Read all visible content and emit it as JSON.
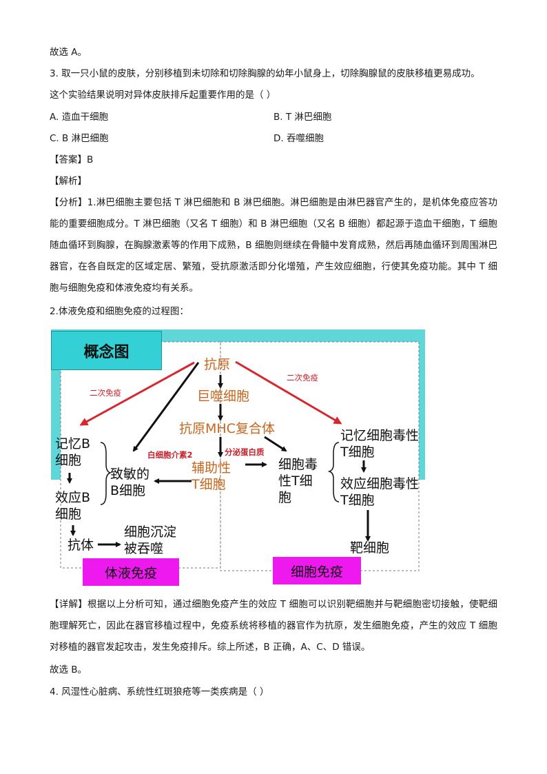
{
  "lines": {
    "l1": "故选 A。",
    "q3_line1": "3.  取一只小鼠的皮肤，分别移植到未切除和切除胸腺的幼年小鼠身上，切除胸腺鼠的皮肤移植更易成功。",
    "q3_line2": "这个实验结果说明对异体皮肤排斥起重要作用的是（      ）",
    "opt_a": "A.  造血干细胞",
    "opt_b": "B.  T 淋巴细胞",
    "opt_c": "C. B 淋巴细胞",
    "opt_d": "D.  吞噬细胞",
    "answer_label": "【答案】",
    "answer_value": "B",
    "jiexi": "【解析】",
    "fenxi_label": "【分析】",
    "fenxi_text": "1.淋巴细胞主要包括 T 淋巴细胞和 B 淋巴细胞。淋巴细胞是由淋巴器官产生的，是机体免疫应答功能的重要细胞成分。T 淋巴细胞（又名 T 细胞）和 B 淋巴细胞（又名 B 细胞）都起源于造血干细胞，T 细胞随血循环到胸腺，在胸腺激素等的作用下成熟，B 细胞则继续在骨髓中发育成熟，然后再随血循环到周围淋巴器官，在各自既定的区域定居、繁殖，受抗原激活即分化增殖，产生效应细胞，行使其免疫功能。其中 T 细胞与细胞免疫和体液免疫均有关系。",
    "process_title": "2.体液免疫和细胞免疫的过程图：",
    "xiangjie_label": "【详解】",
    "xiangjie_text": "根据以上分析可知，通过细胞免疫产生的效应 T 细胞可以识别靶细胞并与靶细胞密切接触，使靶细胞理解死亡，因此在器官移植过程中，免疫系统将移植的器官作为抗原，发生细胞免疫，产生的效应 T 细胞对移植的器官发起攻击，发生免疫排斥。综上所述，B 正确，A、C、D 错误。",
    "l_last1": "故选 B。",
    "q4": "4.  风湿性心脏病、系统性红斑狼疮等一类疾病是（      ）"
  },
  "diagram": {
    "title": "概念图",
    "antigen": "抗原",
    "macrophage": "巨噬细胞",
    "mhc": "抗原MHC复合体",
    "helper_t": "辅助性T细胞",
    "memory_b": "记忆B细胞",
    "sensitized_b": "致敏的B细胞",
    "effector_b": "效应B细胞",
    "antibody": "抗体",
    "precipitate": "细胞沉淀被吞噬",
    "cytotoxic_t": "细胞毒性T细胞",
    "memory_t": "记忆细胞毒性T细胞",
    "effector_t": "效应细胞毒性T细胞",
    "target": "靶细胞",
    "secondary_left": "二次免疫",
    "secondary_right": "二次免疫",
    "interleukin": "白细胞介素2",
    "secrete": "分泌蛋白质",
    "humoral": "体液免疫",
    "cellular": "细胞免疫",
    "colors": {
      "teal": "#33d1d6",
      "magenta": "#ee19ee",
      "orange": "#c8661e",
      "red": "#d8262e"
    }
  }
}
